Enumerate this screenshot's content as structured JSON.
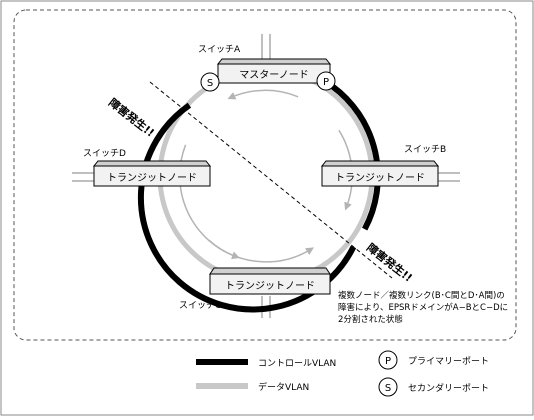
{
  "switches": {
    "a": {
      "label": "スイッチA",
      "node": "マスターノード"
    },
    "b": {
      "label": "スイッチB",
      "node": "トランジットノード"
    },
    "c": {
      "label": "スイッチC",
      "node": "トランジットノード"
    },
    "d": {
      "label": "スイッチD",
      "node": "トランジットノード"
    }
  },
  "ports": {
    "primary": "P",
    "secondary": "S"
  },
  "failures": {
    "upper": "障害発生!!",
    "lower": "障害発生!!"
  },
  "note": {
    "line1": "複数ノード／複数リンク(B･C間とD･A間)の",
    "line2": "障害により、EPSRドメインがA−BとC−Dに",
    "line3": "2分割された状態"
  },
  "legend": {
    "control_vlan": "コントロールVLAN",
    "data_vlan": "データVLAN",
    "primary_port": "プライマリーポート",
    "secondary_port": "セカンダリーポート"
  },
  "colors": {
    "control_vlan": "#000000",
    "data_vlan": "#c8c8c8",
    "node_fill": "#f2f2f2",
    "flow_arrow": "#b4b4b4",
    "border": "#555555"
  }
}
